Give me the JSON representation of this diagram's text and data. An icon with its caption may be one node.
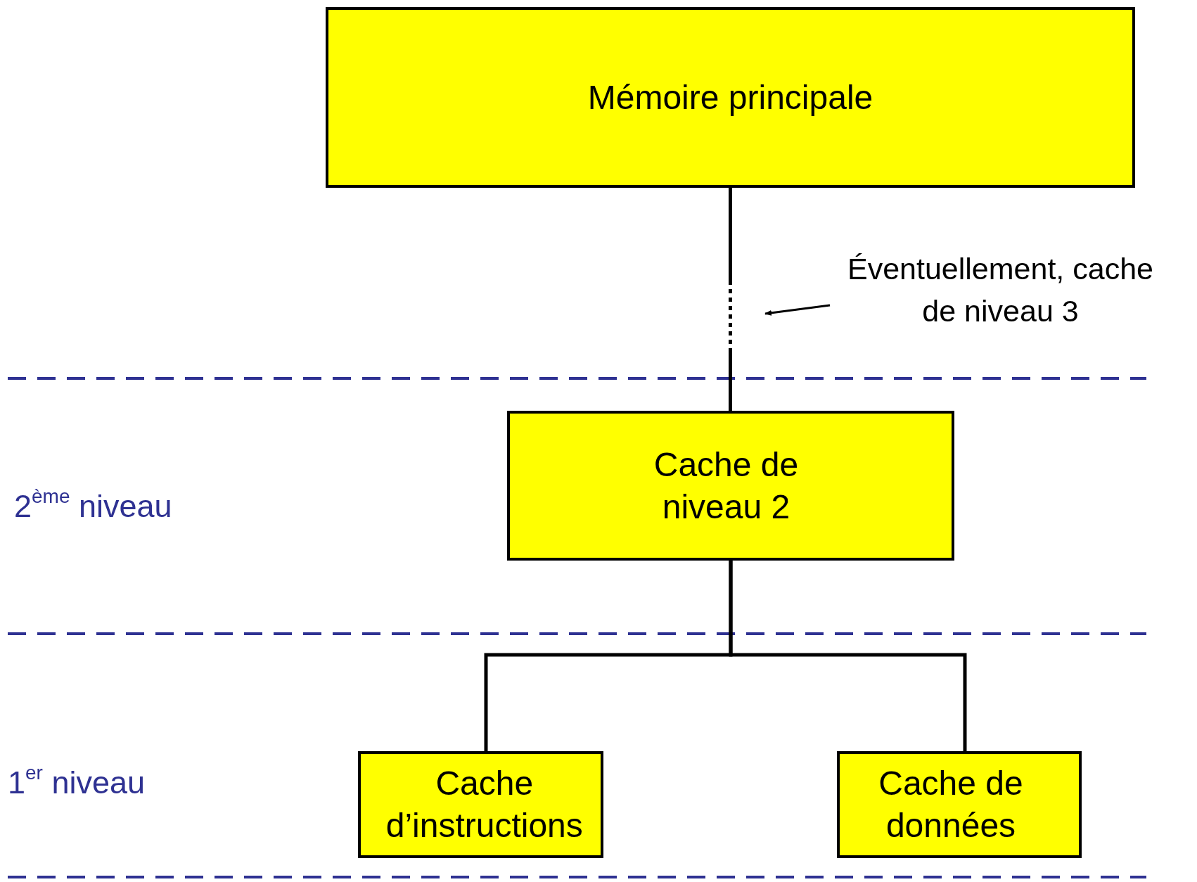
{
  "diagram": {
    "nodes": [
      {
        "text": [
          "Mémoire principale"
        ]
      },
      {
        "text": [
          "Éventuellement, cache de niveau 3"
        ]
      },
      {
        "text": [
          "Cache de niveau 2"
        ]
      },
      {
        "text": [
          "Cache d’instructions"
        ]
      },
      {
        "text": [
          "Cache de données"
        ]
      }
    ],
    "edges": [
      {
        "from": 0,
        "to": 2,
        "arrow": "none"
      },
      {
        "from": 1,
        "to": null,
        "arrow": "to"
      },
      {
        "from": 2,
        "to": 3,
        "arrow": "none"
      },
      {
        "from": 2,
        "to": 4,
        "arrow": "none"
      }
    ],
    "labels": [
      "2$^{ème}$ niveau",
      "1$^{er}$ niveau"
    ]
  }
}
